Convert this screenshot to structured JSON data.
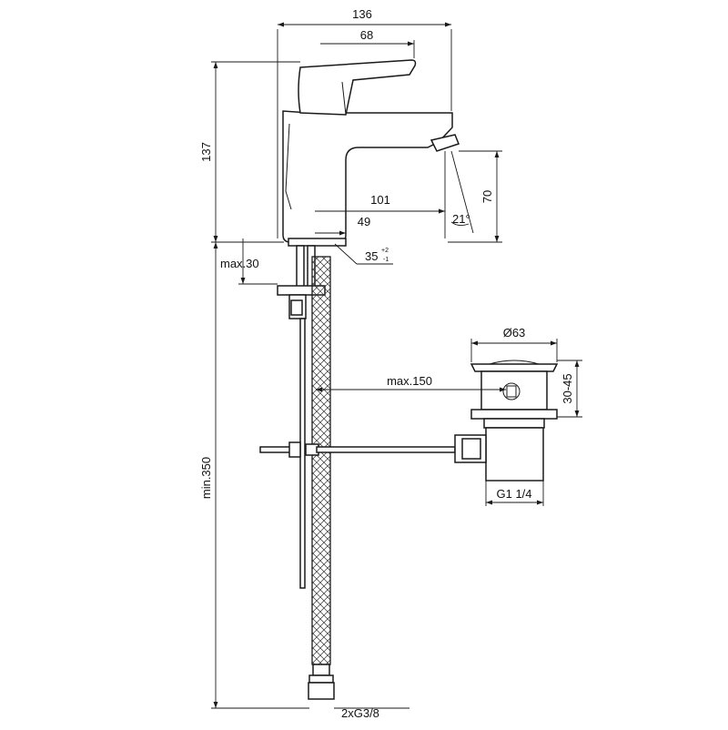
{
  "drawing": {
    "dimensions": {
      "overall_width": "136",
      "lever_width": "68",
      "height": "137",
      "spout_reach": "101",
      "base_offset": "49",
      "aerator_height": "70",
      "aerator_angle": "21°",
      "deck_hole": "35",
      "deck_tol_plus": "+2",
      "deck_tol_minus": "-1",
      "deck_thickness": "max.30",
      "hose_length": "min.350",
      "hose_connections": "2xG3/8",
      "rod_length": "max.150",
      "waste_diameter": "Ø63",
      "waste_height": "30-45",
      "waste_thread": "G1 1/4"
    }
  }
}
